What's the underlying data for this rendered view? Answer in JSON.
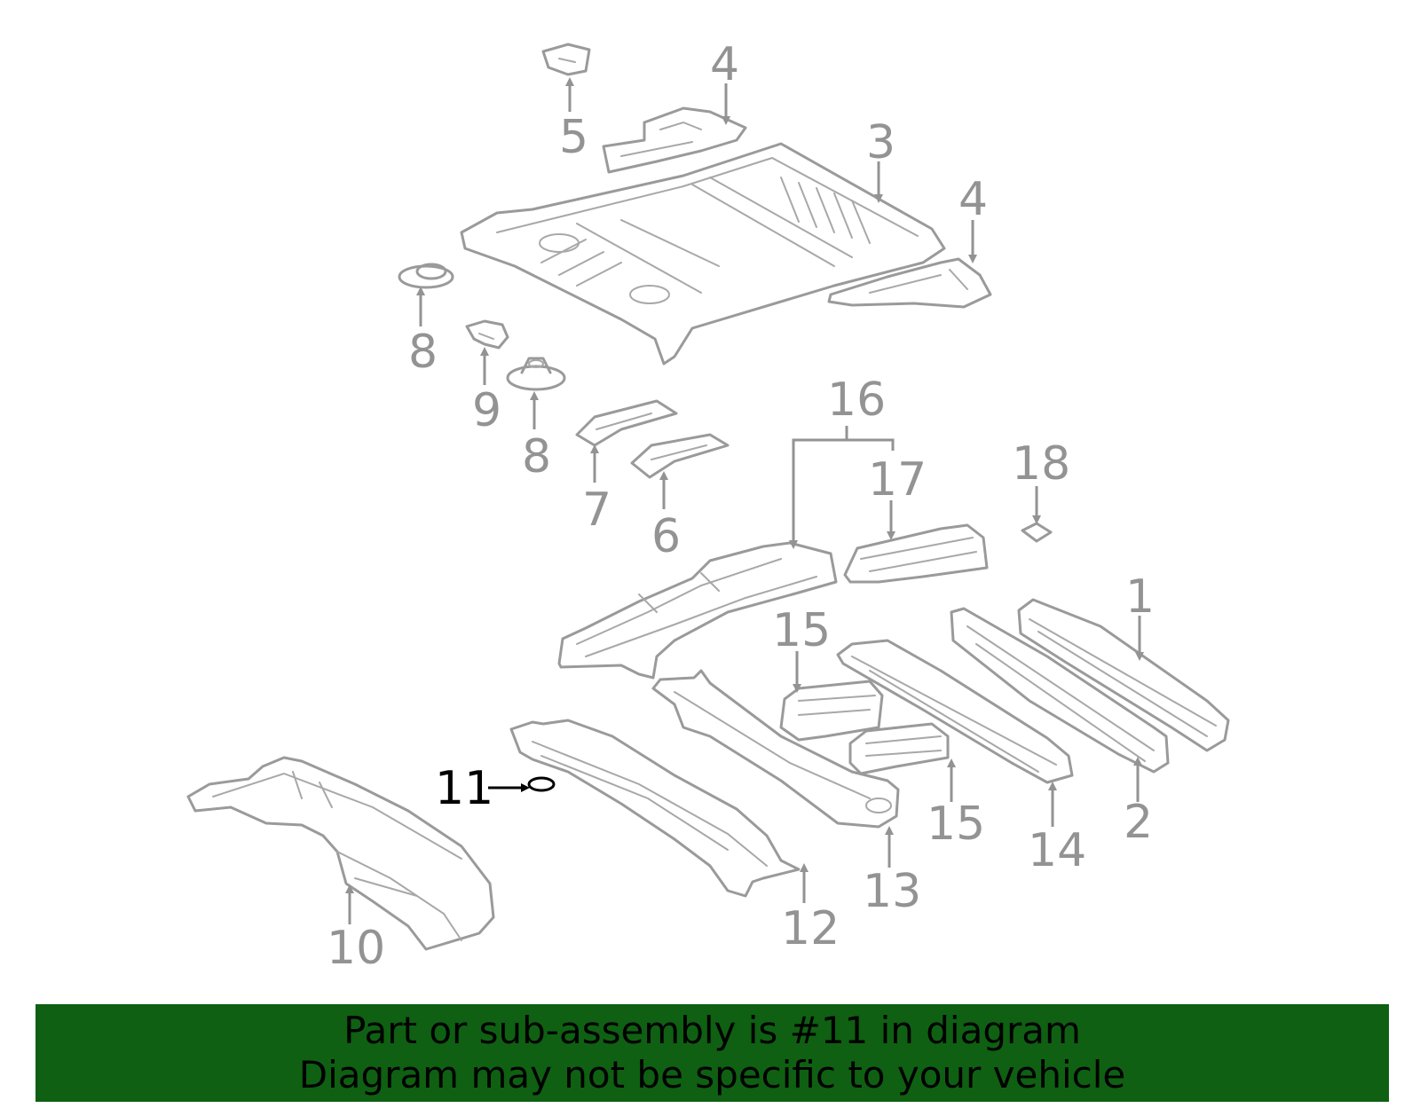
{
  "callouts": {
    "c1": "1",
    "c2": "2",
    "c3": "3",
    "c4a": "4",
    "c4b": "4",
    "c5": "5",
    "c6": "6",
    "c7": "7",
    "c8a": "8",
    "c8b": "8",
    "c9": "9",
    "c10": "10",
    "c11": "11",
    "c12": "12",
    "c13": "13",
    "c14": "14",
    "c15a": "15",
    "c15b": "15",
    "c16": "16",
    "c17": "17",
    "c18": "18"
  },
  "highlight_part": "11",
  "colors": {
    "banner_bg": "#0f6012",
    "part_stroke": "#9a9a9a",
    "highlight": "#000000"
  },
  "banner": {
    "line1": "Part or sub-assembly is #11 in diagram",
    "line2": "Diagram may not be specific to your vehicle"
  }
}
